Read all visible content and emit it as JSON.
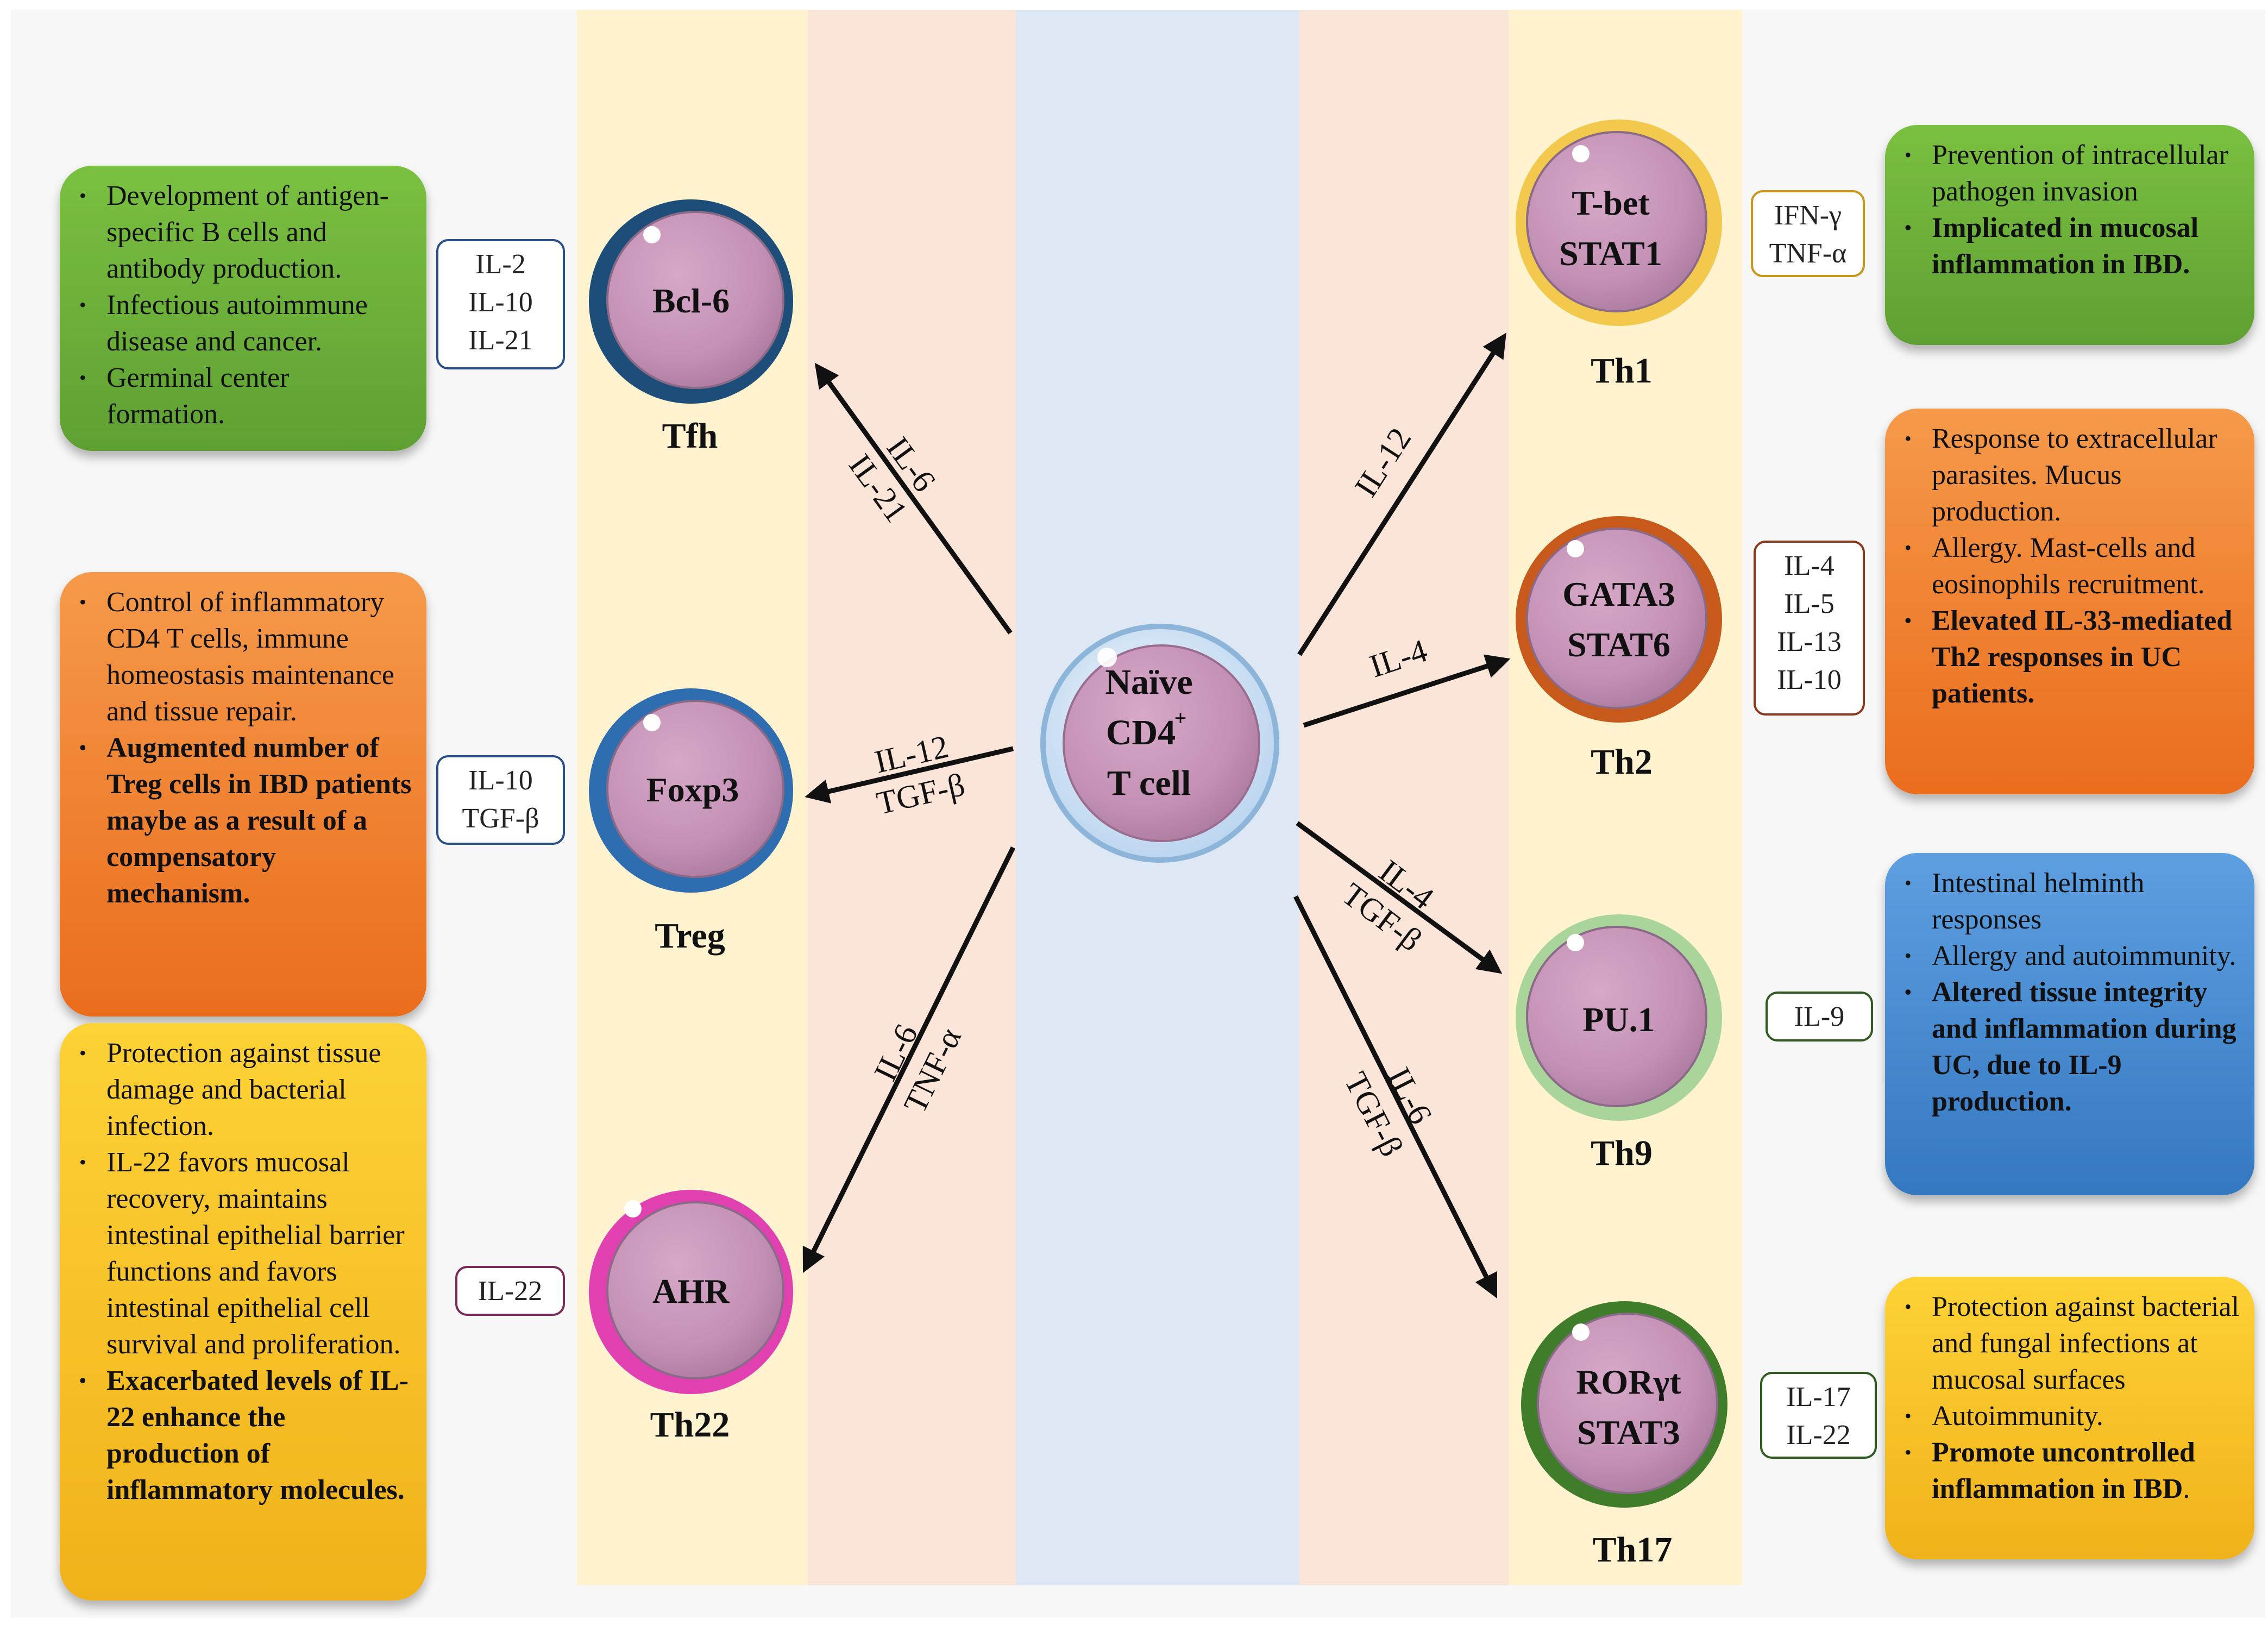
{
  "naive_cell": {
    "line1": "Naïve",
    "line2": "CD4",
    "sup": "+",
    "line3": "T cell"
  },
  "subsets": {
    "tfh": {
      "name": "Tfh",
      "tf": [
        "Bcl-6"
      ],
      "cytokines": [
        "IL-2",
        "IL-10",
        "IL-21"
      ],
      "inducers": [
        "IL-6",
        "IL-21"
      ],
      "color": "#1d4e79"
    },
    "treg": {
      "name": "Treg",
      "tf": [
        "Foxp3"
      ],
      "cytokines": [
        "IL-10",
        "TGF-β"
      ],
      "inducers": [
        "IL-12",
        "TGF-β"
      ],
      "color": "#2e6db0"
    },
    "th22": {
      "name": "Th22",
      "tf": [
        "AHR"
      ],
      "cytokines": [
        "IL-22"
      ],
      "inducers": [
        "IL-6",
        "TNF-α"
      ],
      "color": "#e040b0"
    },
    "th1": {
      "name": "Th1",
      "tf": [
        "T-bet",
        "STAT1"
      ],
      "cytokines": [
        "IFN-γ",
        "TNF-α"
      ],
      "inducers": [
        "IL-12"
      ],
      "color": "#f2c94c"
    },
    "th2": {
      "name": "Th2",
      "tf": [
        "GATA3",
        "STAT6"
      ],
      "cytokines": [
        "IL-4",
        "IL-5",
        "IL-13",
        "IL-10"
      ],
      "inducers": [
        "IL-4"
      ],
      "color": "#c75a1a"
    },
    "th9": {
      "name": "Th9",
      "tf": [
        "PU.1"
      ],
      "cytokines": [
        "IL-9"
      ],
      "inducers": [
        "IL-4",
        "TGF-β"
      ],
      "color": "#a9d49a"
    },
    "th17": {
      "name": "Th17",
      "tf": [
        "RORγt",
        "STAT3"
      ],
      "cytokines": [
        "IL-17",
        "IL-22"
      ],
      "inducers": [
        "IL-6",
        "TGF-β"
      ],
      "color": "#3f7d2a"
    }
  },
  "functions": {
    "tfh": [
      {
        "text": "Development of antigen-specific B cells and antibody production.",
        "bold": false
      },
      {
        "text": "Infectious autoimmune disease and cancer.",
        "bold": false
      },
      {
        "text": "Germinal center formation.",
        "bold": false
      }
    ],
    "treg": [
      {
        "text": "Control of inflammatory CD4 T cells, immune homeostasis maintenance and tissue repair.",
        "bold": false
      },
      {
        "text": "Augmented number of Treg cells in IBD patients maybe as a result of a compensatory mechanism.",
        "bold": true
      }
    ],
    "th22": [
      {
        "text": "Protection against tissue damage and bacterial infection.",
        "bold": false
      },
      {
        "text": "IL-22 favors mucosal recovery, maintains intestinal epithelial barrier functions and favors intestinal epithelial cell survival and proliferation.",
        "bold": false
      },
      {
        "text": "Exacerbated levels of IL-22 enhance the production of inflammatory molecules.",
        "bold": true
      }
    ],
    "th1": [
      {
        "text": "Prevention of intracellular pathogen invasion",
        "bold": false
      },
      {
        "text": "Implicated in mucosal inflammation in IBD.",
        "bold": true
      }
    ],
    "th2": [
      {
        "text": "Response to extracellular parasites. Mucus production.",
        "bold": false
      },
      {
        "text": "Allergy. Mast-cells and eosinophils recruitment.",
        "bold": false
      },
      {
        "text": "Elevated IL-33-mediated Th2 responses in UC patients.",
        "bold": true
      }
    ],
    "th9": [
      {
        "text": "Intestinal helminth responses",
        "bold": false
      },
      {
        "text": "Allergy and autoimmunity.",
        "bold": false
      },
      {
        "text": "Altered tissue integrity and inflammation during UC, due to IL-9 production.",
        "bold": true
      }
    ],
    "th17": [
      {
        "text": "Protection against bacterial and fungal infections at mucosal surfaces",
        "bold": false
      },
      {
        "text": "Autoimmunity.",
        "bold": false
      },
      {
        "text": "Promote uncontrolled inflammation in IBD",
        "bold": true,
        "suffix": "."
      }
    ]
  },
  "palette": {
    "green": "#6aab3a",
    "orange": "#ec7323",
    "gold": "#f6bc1c",
    "blue": "#3f86cc",
    "center_band": "#dde8f4",
    "peach_band": "#fbe4d8",
    "yellow_band": "#fff2cf"
  }
}
